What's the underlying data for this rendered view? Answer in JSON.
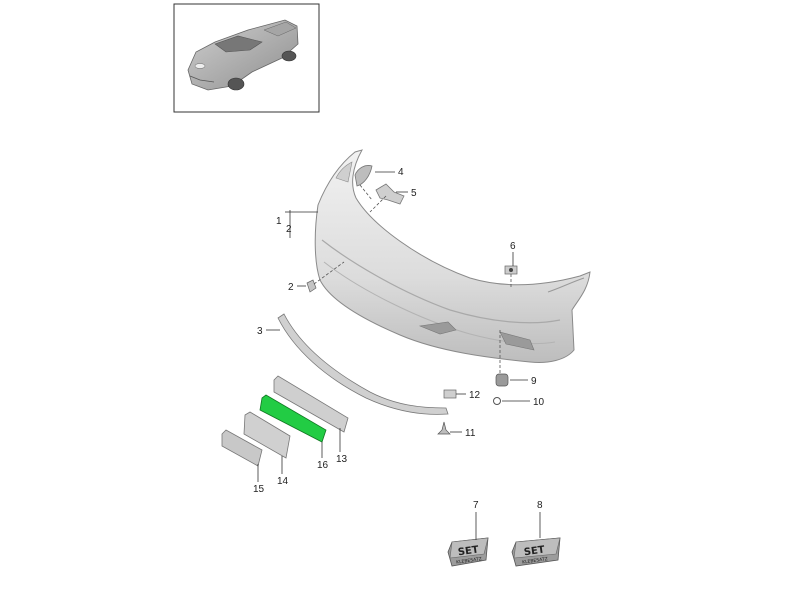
{
  "callouts": {
    "c1": "1",
    "c1b": "2",
    "c2": "2",
    "c3": "3",
    "c4": "4",
    "c5": "5",
    "c6": "6",
    "c7": "7",
    "c8": "8",
    "c9": "9",
    "c10": "10",
    "c11": "11",
    "c12": "12",
    "c13": "13",
    "c14": "14",
    "c15": "15",
    "c16": "16"
  },
  "kits": {
    "kit7_label": "SET",
    "kit7_sub": "KLEBESATZ",
    "kit8_label": "SET",
    "kit8_sub": "KLEBESATZ"
  },
  "colors": {
    "highlight": "#22cc44",
    "part_fill": "#d9d9d9",
    "line": "#333333"
  }
}
